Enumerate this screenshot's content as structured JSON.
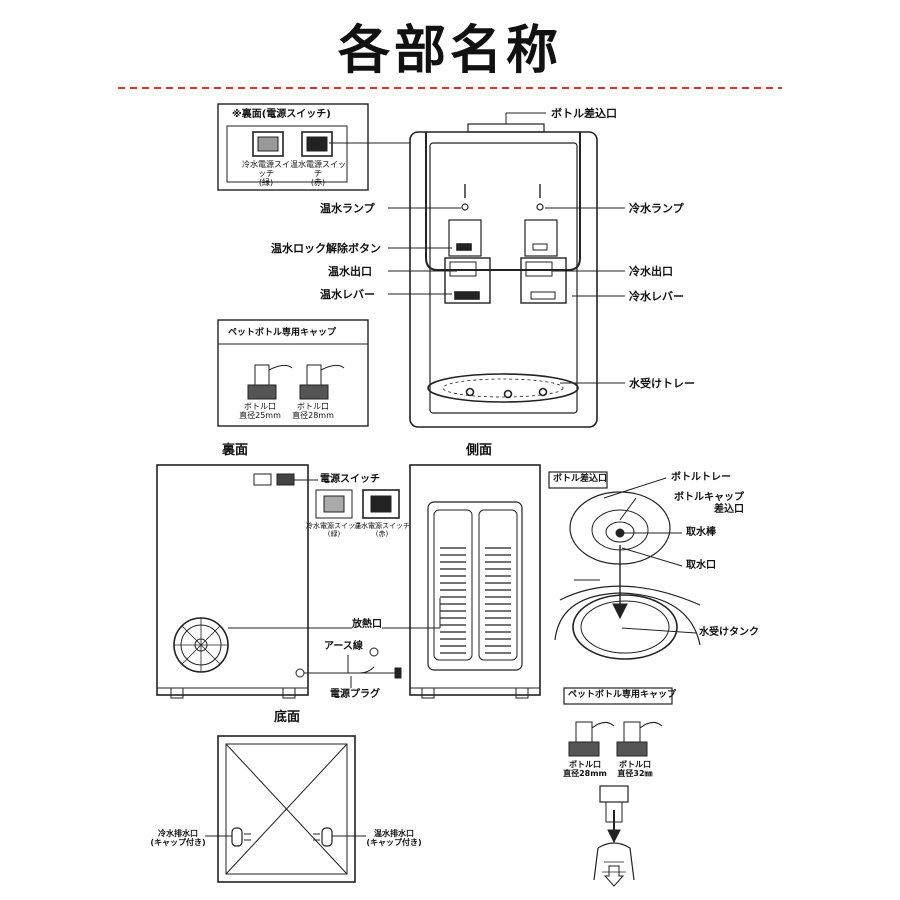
{
  "title": "各部名称",
  "inset_switch": {
    "heading": "※裏面(電源スイッチ)",
    "cold_switch": "冷水電源スイッチ\n(緑)",
    "hot_switch": "温水電源スイッチ\n(赤)"
  },
  "front_labels": {
    "bottle_inlet": "ボトル差込口",
    "hot_lamp": "温水ランプ",
    "cold_lamp": "冷水ランプ",
    "hot_lock_button": "温水ロック解除ボタン",
    "hot_outlet": "温水出口",
    "cold_outlet": "冷水出口",
    "hot_lever": "温水レバー",
    "cold_lever": "冷水レバー",
    "drip_tray": "水受けトレー"
  },
  "inset_cap": {
    "heading": "ペットボトル専用キャップ",
    "cap1": "ボトル口\n直径25mm",
    "cap2": "ボトル口\n直径28mm"
  },
  "section_labels": {
    "back": "裏面",
    "side": "側面",
    "bottom": "底面"
  },
  "back_labels": {
    "power_switch": "電源スイッチ",
    "cold_switch": "冷水電源スイッチ\n(緑)",
    "hot_switch": "温水電源スイッチ\n(赤)",
    "heat_vent": "放熱口",
    "ground_wire": "アース線",
    "power_plug": "電源プラグ"
  },
  "bottle_detail": {
    "heading": "ボトル差込口",
    "bottle_tray": "ボトルトレー",
    "cap_inlet": "ボトルキャップ\n差込口",
    "water_rod": "取水棒",
    "water_port": "取水口",
    "tank": "水受けタンク"
  },
  "cap_detail": {
    "heading": "ペットボトル専用キャップ",
    "cap1": "ボトル口\n直径28mm",
    "cap2": "ボトル口\n直径32㎜"
  },
  "bottom_labels": {
    "cold_drain": "冷水排水口\n(キャップ付き)",
    "hot_drain": "温水排水口\n(キャップ付き)"
  }
}
